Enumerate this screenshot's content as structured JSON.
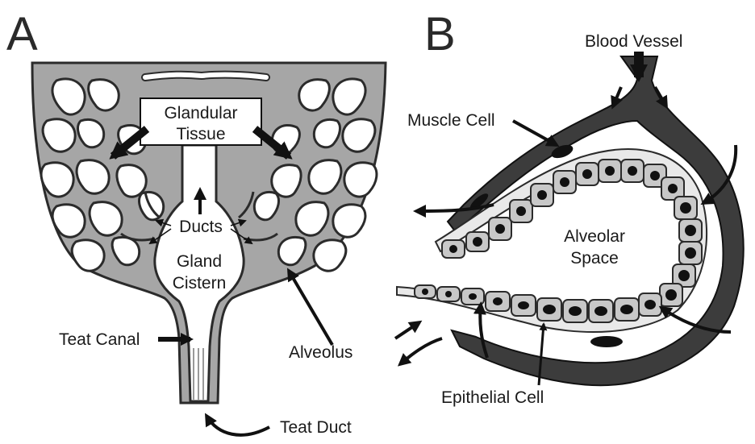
{
  "panels": {
    "a": "A",
    "b": "B"
  },
  "panel_a": {
    "glandular_tissue_line1": "Glandular",
    "glandular_tissue_line2": "Tissue",
    "ducts": "Ducts",
    "gland_cistern_line1": "Gland",
    "gland_cistern_line2": "Cistern",
    "teat_canal": "Teat Canal",
    "alveolus": "Alveolus",
    "teat_duct": "Teat Duct"
  },
  "panel_b": {
    "blood_vessel": "Blood Vessel",
    "muscle_cell": "Muscle Cell",
    "alveolar_space_line1": "Alveolar",
    "alveolar_space_line2": "Space",
    "epithelial_cell": "Epithelial Cell"
  },
  "colors": {
    "tissue_fill": "#a6a6a6",
    "tissue_outline": "#2b2b2b",
    "vessel": "#3c3c3c",
    "cell_fill": "#c8c8c8",
    "nucleus": "#111111",
    "arrow": "#111111"
  }
}
